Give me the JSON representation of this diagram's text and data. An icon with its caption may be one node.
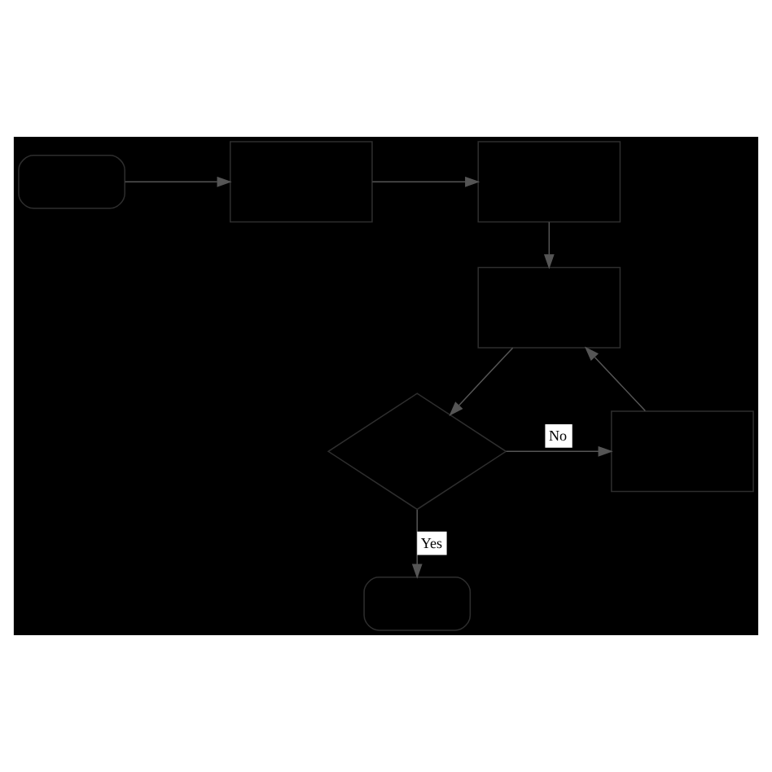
{
  "diagram": {
    "nodes": [
      {
        "text": [],
        "shape": "stadium"
      },
      {
        "text": [],
        "shape": "box"
      },
      {
        "text": [],
        "shape": "box"
      },
      {
        "text": [],
        "shape": "box"
      },
      {
        "text": [],
        "shape": "diamond"
      },
      {
        "text": [],
        "shape": "box"
      },
      {
        "text": [],
        "shape": "stadium"
      }
    ],
    "edges": [
      {
        "from": 0,
        "to": 1,
        "arrow": "to"
      },
      {
        "from": 1,
        "to": 2,
        "arrow": "to"
      },
      {
        "from": 2,
        "to": 3,
        "arrow": "to"
      },
      {
        "from": 3,
        "to": 4,
        "arrow": "to"
      },
      {
        "from": 4,
        "to": 5,
        "arrow": "to",
        "label": "No"
      },
      {
        "from": 5,
        "to": 3,
        "arrow": "to"
      },
      {
        "from": 4,
        "to": 6,
        "arrow": "to",
        "label": "Yes"
      }
    ]
  }
}
